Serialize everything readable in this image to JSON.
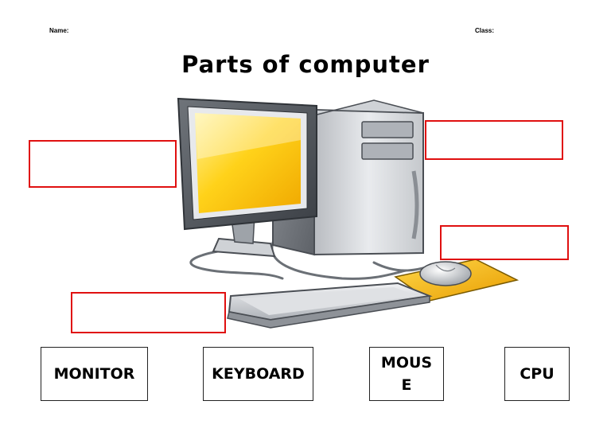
{
  "worksheet": {
    "name_label": "Name:",
    "class_label": "Class:",
    "title": "Parts of computer"
  },
  "word_cards": [
    "MONITOR",
    "KEYBOARD",
    "MOUS\nE",
    "CPU"
  ],
  "illustration": {
    "parts": [
      "monitor",
      "cpu-tower",
      "keyboard",
      "mouse",
      "mouse-pad"
    ],
    "colors": {
      "screen": "#ffd21a",
      "tower": "#d8dadd",
      "pad": "#f5b800",
      "answer_box_border": "#e01010"
    }
  }
}
